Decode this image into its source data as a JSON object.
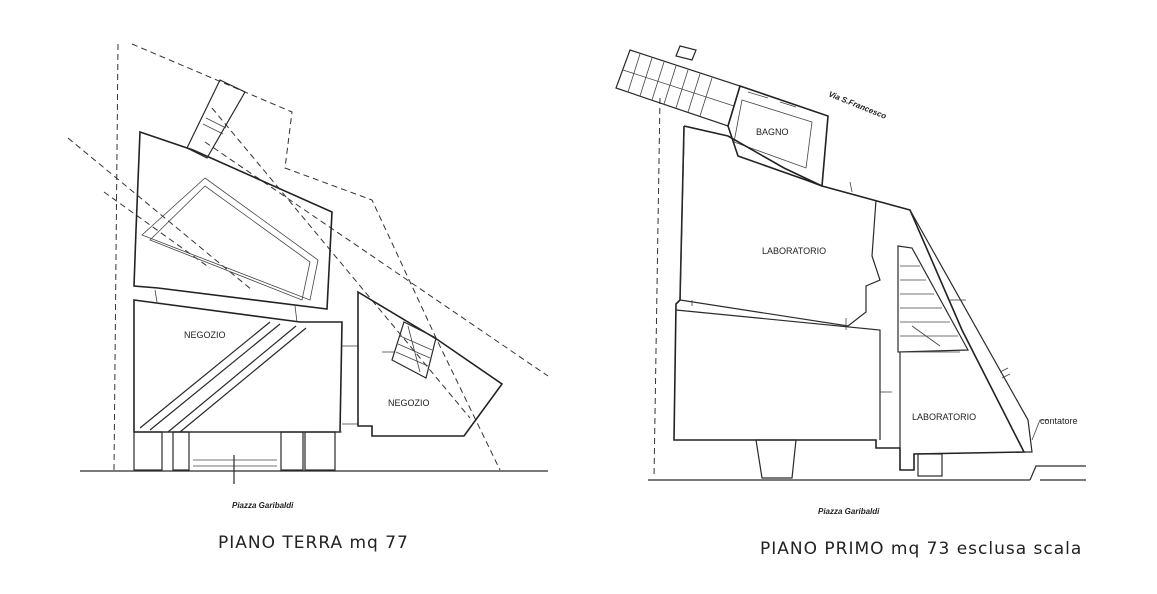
{
  "ground_floor": {
    "rooms": [
      "NEGOZIO",
      "NEGOZIO"
    ],
    "street": "Piazza Garibaldi",
    "caption": "PIANO TERRA mq 77"
  },
  "first_floor": {
    "rooms": [
      "BAGNO",
      "LABORATORIO",
      "LABORATORIO"
    ],
    "street_top": "Via S.Francesco",
    "meter_label": "contatore",
    "street": "Piazza Garibaldi",
    "caption": "PIANO PRIMO mq 73 esclusa scala"
  }
}
